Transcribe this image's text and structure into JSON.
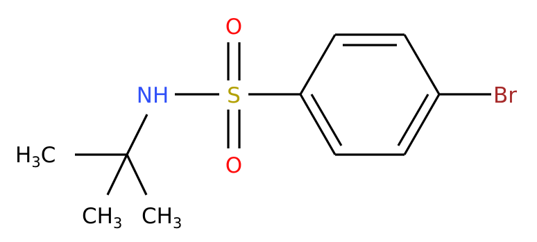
{
  "atoms": {
    "O_top": "O",
    "O_bottom": "O",
    "S": "S",
    "NH": "NH",
    "Br": "Br",
    "CH3_left": {
      "main": "H",
      "sub": "3",
      "tail": "C"
    },
    "CH3_bottom_left": {
      "main": "CH",
      "sub": "3"
    },
    "CH3_bottom_right": {
      "main": "CH",
      "sub": "3"
    }
  },
  "colors": {
    "oxygen": "#ff0d0d",
    "sulfur": "#b2a000",
    "nitrogen": "#3050f8",
    "bromine": "#a62929",
    "carbon": "#000000",
    "bond": "#000000"
  }
}
